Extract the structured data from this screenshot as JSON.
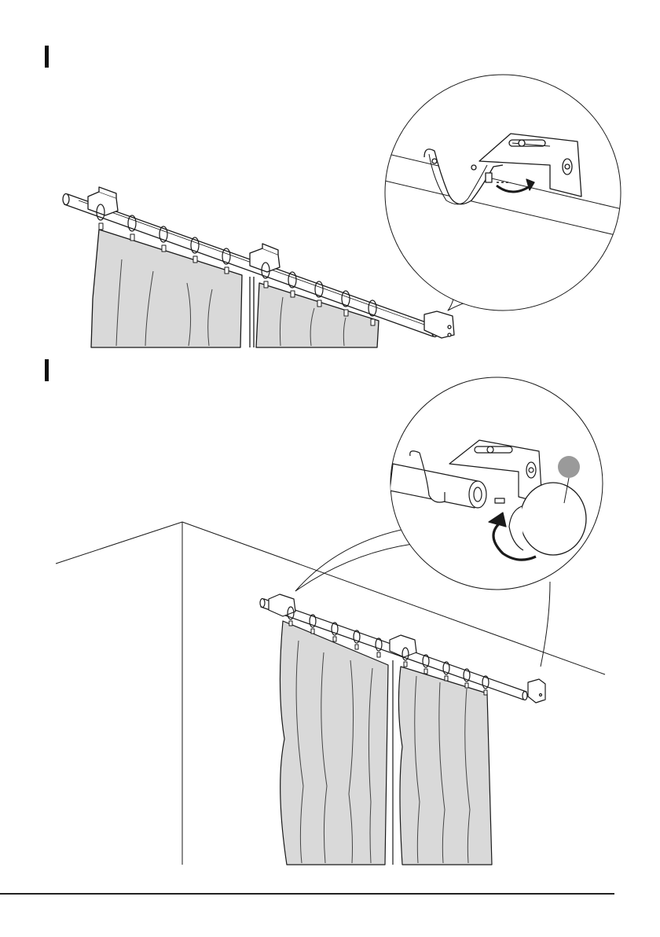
{
  "steps": [
    {
      "id": "step-1",
      "detail": "bracket-hook-tighten"
    },
    {
      "id": "step-2",
      "detail": "end-finial-screw-on"
    }
  ],
  "parts": {
    "finial_badge_label": ""
  },
  "colors": {
    "line": "#1a1a1a",
    "curtain_fill": "#d9d9d9",
    "badge_fill": "#9a9a9a",
    "background": "#ffffff"
  },
  "icons": [
    "rotate-arrow-icon",
    "rotate-arrow-icon"
  ]
}
